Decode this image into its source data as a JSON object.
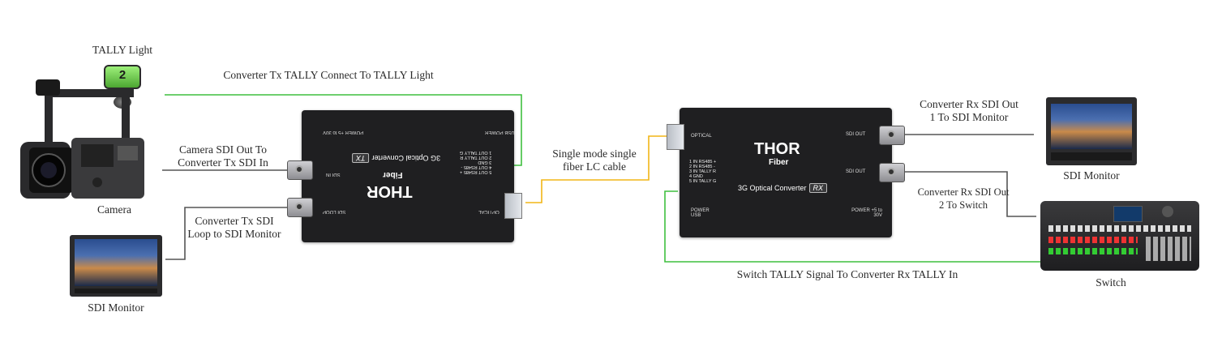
{
  "labels": {
    "tally_light": "TALLY Light",
    "tx_tally": "Converter Tx TALLY Connect  To TALLY Light",
    "camera_sdi": "Camera SDI Out To Converter Tx SDI In",
    "camera": "Camera",
    "tx_loop": "Converter Tx SDI Loop to SDI Monitor",
    "sdi_monitor_left": "SDI Monitor",
    "fiber": "Single mode single fiber LC cable",
    "rx_out1": "Converter Rx SDI Out 1 To SDI Monitor",
    "sdi_monitor_right": "SDI Monitor",
    "rx_out2": "Converter Rx SDI Out 2 To Switch",
    "switch_tally": "Switch TALLY Signal To Converter Rx TALLY In",
    "switch": "Switch"
  },
  "tally_number": "2",
  "tx_device": {
    "brand": "THOR",
    "sub": "Fiber",
    "product": "3G Optical Converter",
    "tag": "TX",
    "port_labels": [
      "POWER +5 to 30V",
      "USB POWER",
      "SDI IN",
      "SDI LOOP",
      "OPTICAL"
    ],
    "pins": [
      "1 OUT TALLY G",
      "2 OUT TALLY R",
      "3 GND",
      "4 OUT RS485 -",
      "5 OUT RS485 +"
    ]
  },
  "rx_device": {
    "brand": "THOR",
    "sub": "Fiber",
    "product": "3G Optical Converter",
    "tag": "RX",
    "port_labels": [
      "OPTICAL",
      "SDI OUT",
      "SDI OUT",
      "POWER USB",
      "POWER +5 to 30V"
    ],
    "pins": [
      "1 IN  RS485 +",
      "2 IN  RS485 -",
      "3 IN  TALLY R",
      "4 GND",
      "5 IN  TALLY G"
    ]
  },
  "colors": {
    "tally_line": "#3fbf3f",
    "fiber_line": "#f2b516",
    "sdi_line": "#555555",
    "device": "#1f1f21",
    "tally_green": "#7ed957"
  }
}
